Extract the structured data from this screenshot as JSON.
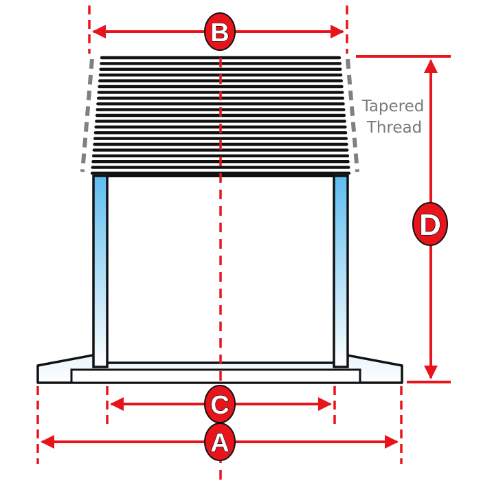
{
  "labels": {
    "a": "A",
    "b": "B",
    "c": "C",
    "d": "D"
  },
  "note": {
    "line1": "Tapered",
    "line2": "Thread"
  },
  "colors": {
    "dimension": "#e8141c",
    "outline": "#111111",
    "wall_fill": "#66c4f0",
    "dashed_taper": "#808080",
    "note_text": "#7a7a7a"
  }
}
